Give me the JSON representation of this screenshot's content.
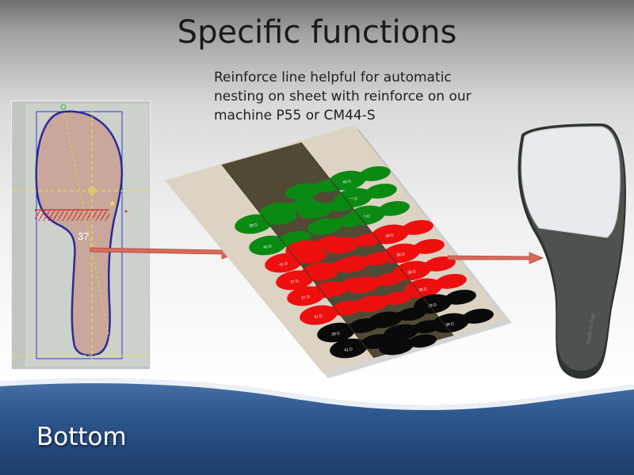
{
  "slide": {
    "title": "Specific functions",
    "description_lines": [
      "Reinforce line helpful for automatic",
      "nesting on sheet with reinforce on our",
      "machine P55 or CM44-S"
    ],
    "section_label": "Bottom"
  },
  "cad_sole": {
    "size_label": "37"
  },
  "nesting_sheet": {
    "green_labels": [
      "40 D",
      "41 D",
      "39 D",
      "40 D",
      "40 D"
    ],
    "red_labels": [
      "38 D",
      "38 D",
      "38 D",
      "38 D",
      "41 D",
      "37 D",
      "37 D",
      "41 D"
    ],
    "black_labels": [
      "38 D",
      "39 D",
      "39 D",
      "41 D"
    ]
  },
  "photo": {
    "stamp_text": "made in Italy"
  },
  "colors": {
    "accent_blue": "#2c5286",
    "green_sole": "#0a8a12",
    "red_sole": "#ee0f0f",
    "black_sole": "#0a0a0a",
    "arrow": "#d86a5a"
  }
}
